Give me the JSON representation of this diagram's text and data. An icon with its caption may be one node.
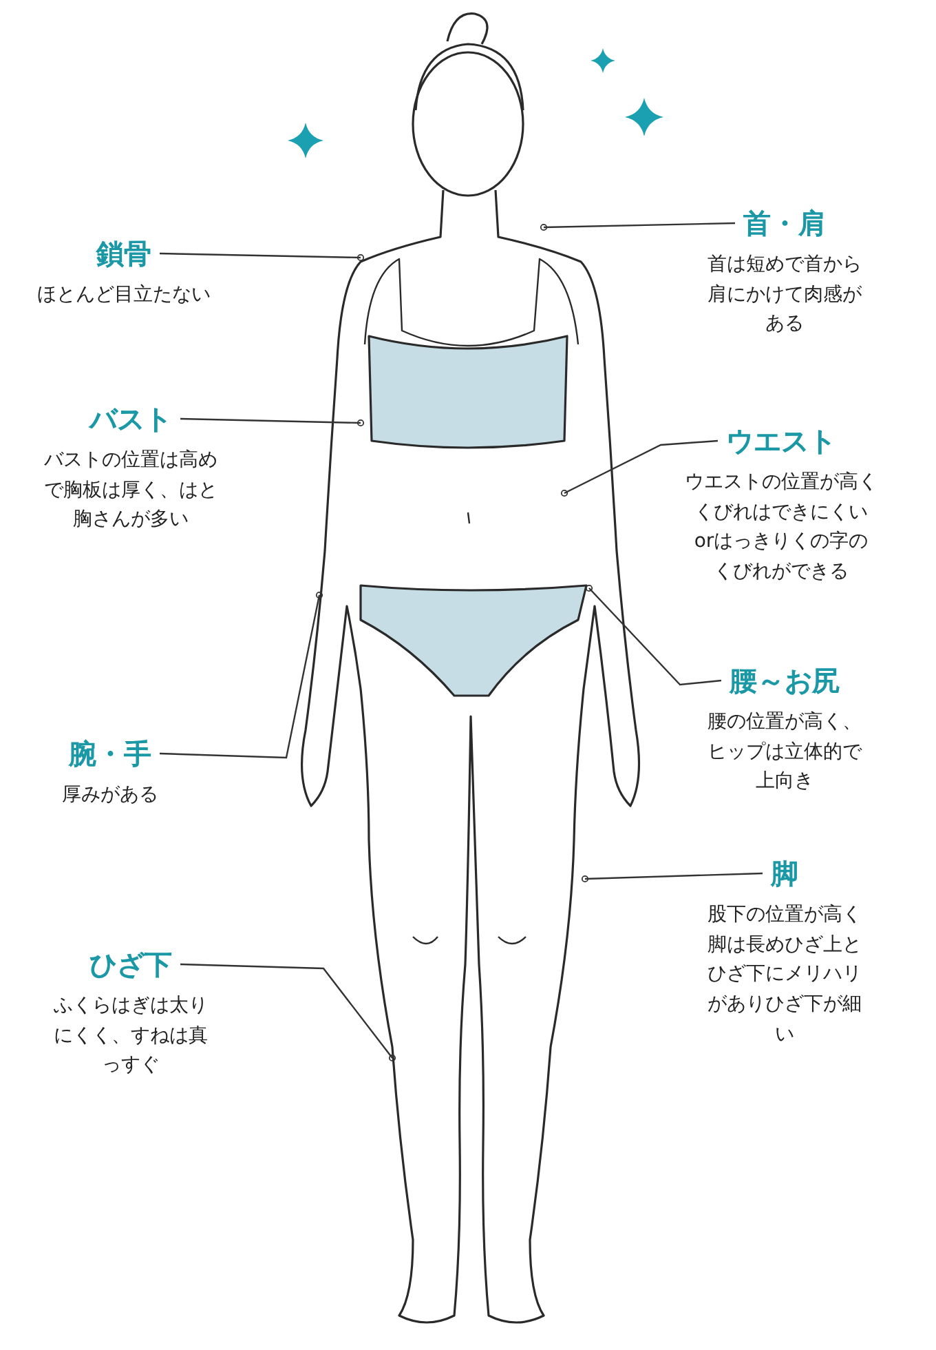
{
  "diagram": {
    "nodes": [
      {
        "text": [
          "鎖骨",
          "ほとんど目立たない"
        ]
      },
      {
        "text": [
          "首・肩",
          "首は短めで首から肩にかけて肉感がある"
        ]
      },
      {
        "text": [
          "バスト",
          "バストの位置は高めで胸板は厚く、はと胸さんが多い"
        ]
      },
      {
        "text": [
          "ウエスト",
          "ウエストの位置が高くくびれはできにくいorはっきりくの字のくびれができる"
        ]
      },
      {
        "text": [
          "腕・手",
          "厚みがある"
        ]
      },
      {
        "text": [
          "腰～お尻",
          "腰の位置が高く、ヒップは立体的で上向き"
        ]
      },
      {
        "text": [
          "脚",
          "股下の位置が高く脚は長めひざ上とひざ下にメリハリがありひざ下が細い"
        ]
      },
      {
        "text": [
          "ひざ下",
          "ふくらはぎは太りにくく、すねは真っすぐ"
        ]
      }
    ],
    "edges": [
      {
        "from": 0,
        "to": null,
        "arrow": "other"
      },
      {
        "from": 1,
        "to": null,
        "arrow": "other"
      },
      {
        "from": 2,
        "to": null,
        "arrow": "other"
      },
      {
        "from": 3,
        "to": null,
        "arrow": "other"
      },
      {
        "from": 4,
        "to": null,
        "arrow": "other"
      },
      {
        "from": 5,
        "to": null,
        "arrow": "other"
      },
      {
        "from": 6,
        "to": null,
        "arrow": "other"
      },
      {
        "from": 7,
        "to": null,
        "arrow": "other"
      }
    ]
  }
}
